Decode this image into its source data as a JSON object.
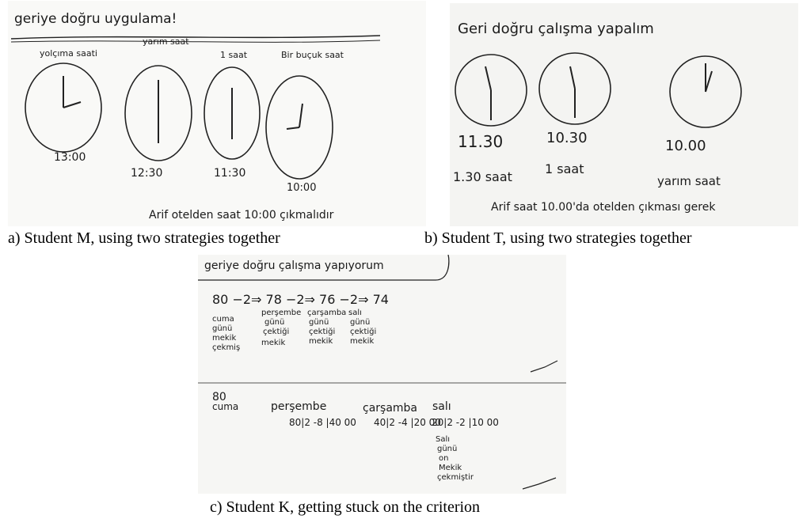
{
  "panel_a": {
    "heading": "geriye doğru uygulama!",
    "clocks": [
      {
        "label": "yolçıma saati",
        "time": "13:00"
      },
      {
        "label": "yarım saat",
        "time": "12:30"
      },
      {
        "label": "1 saat",
        "time": "11:30"
      },
      {
        "label": "Bir buçuk saat",
        "time": "10:00"
      }
    ],
    "conclusion": "Arif otelden saat 10:00 çıkmalıdır"
  },
  "panel_b": {
    "heading": "Geri doğru çalışma yapalım",
    "times": [
      "11.30",
      "10.30",
      "10.00"
    ],
    "labels": [
      "1.30 saat",
      "1 saat",
      "yarım saat"
    ],
    "conclusion": "Arif saat 10.00'da otelden çıkması gerek"
  },
  "panel_c": {
    "heading": "geriye doğru çalışma yapıyorum",
    "chain": "80 −2⇒ 78 −2⇒ 76 −2⇒ 74",
    "columns": [
      [
        "cuma",
        "günü",
        "mekik",
        "çekmiş"
      ],
      [
        "perşembe",
        "günü",
        "çektiği",
        "mekik"
      ],
      [
        "çarşamba",
        "günü",
        "çektiği",
        "mekik"
      ],
      [
        "salı",
        "günü",
        "çektiği",
        "mekik"
      ]
    ],
    "second_row_start": "80",
    "second_row_days": [
      "cuma",
      "perşembe",
      "çarşamba",
      "salı"
    ],
    "divisions": [
      "80|2  -8 |40  00",
      "40|2  -4 |20  00",
      "20|2  -2 |10  00"
    ],
    "final_note": [
      "Salı",
      "günü",
      "on",
      "Mekik",
      "çekmiştir"
    ]
  },
  "captions": {
    "a": "a) Student M, using two strategies together",
    "b": "b) Student T, using two strategies together",
    "c": "c) Student K, getting stuck on the criterion"
  }
}
